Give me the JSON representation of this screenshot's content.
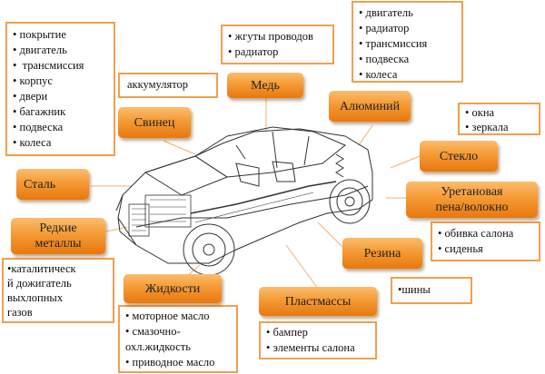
{
  "title": "Материалы автомобиля",
  "colors": {
    "accent": "#f59a34",
    "border": "#f0a050",
    "line": "#f0a050"
  },
  "materials": {
    "steel": "Сталь",
    "lead": "Свинец",
    "copper": "Медь",
    "aluminum": "Алюминий",
    "glass": "Стекло",
    "urethane": "Уретановая пена/волокно",
    "urethane_line1": "Уретановая",
    "urethane_line2": "пена/волокно",
    "rare_metals_line1": "Редкие",
    "rare_metals_line2": "металлы",
    "fluids": "Жидкости",
    "plastics": "Пластмассы",
    "rubber": "Резина"
  },
  "lists": {
    "steel": [
      "покрытие",
      "двигатель",
      " трансмиссия",
      "корпус",
      "двери",
      "багажник",
      "подвеска",
      "колеса"
    ],
    "lead": "аккумулятор",
    "copper": [
      "жгуты проводов",
      "радиатор"
    ],
    "aluminum": [
      "двигатель",
      "радиатор",
      "трансмиссия",
      "подвеска",
      "колеса"
    ],
    "glass": [
      "окна",
      "зеркала"
    ],
    "urethane": [
      "обивка салона",
      "сиденья"
    ],
    "rubber": "•шины",
    "rare_metals": [
      "•каталитическ",
      "й дожигатель",
      "выхлопных",
      "газов"
    ],
    "fluids": [
      "моторное масло",
      "смазочно-",
      "охл.жидкость",
      "приводное масло"
    ],
    "plastics": [
      "бампер",
      "элементы салона"
    ]
  }
}
